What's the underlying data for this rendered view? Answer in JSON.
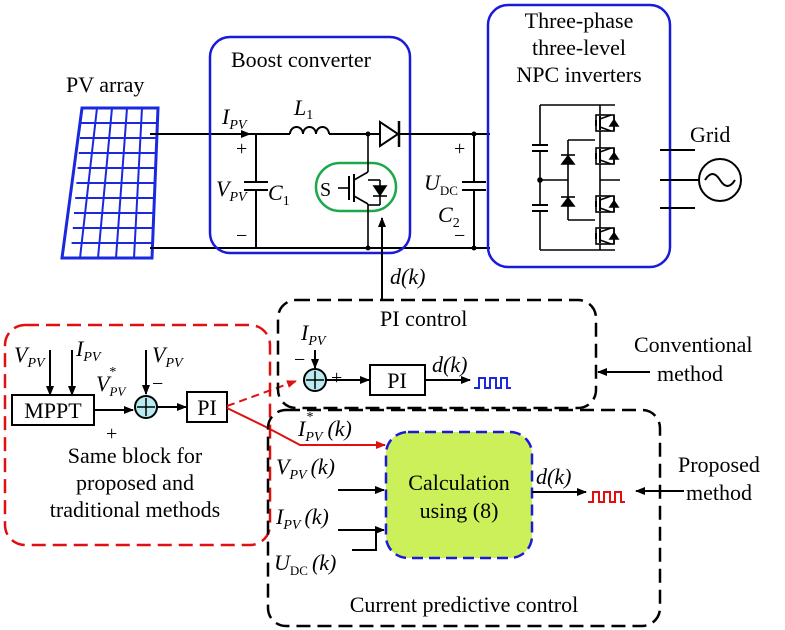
{
  "labels": {
    "pv_array": "PV array",
    "boost_converter": "Boost converter",
    "npc_line1": "Three-phase",
    "npc_line2": "three-level",
    "npc_line3": "NPC inverters",
    "grid": "Grid",
    "i_pv_sym": "I",
    "i_pv_sub": "PV",
    "l1_sym": "L",
    "l1_sub": "1",
    "v_pv_sym": "V",
    "v_pv_sub": "PV",
    "c1_sym": "C",
    "c1_sub": "1",
    "s_label": "S",
    "udc_sym": "U",
    "udc_sub": "DC",
    "c2_sym": "C",
    "c2_sub": "2",
    "plus": "+",
    "minus": "−",
    "dk": "d(k)",
    "pi_control": "PI control",
    "pi_block": "PI",
    "mppt_block": "MPPT",
    "vpv_star_sub": "PV",
    "vpv_star_sup": "*",
    "ipv_star_k_tail": "(k)",
    "same_block_line1": "Same block for",
    "same_block_line2": "proposed and",
    "same_block_line3": "traditional methods",
    "conventional_line1": "Conventional",
    "conventional_line2": "method",
    "proposed_line1": "Proposed",
    "proposed_line2": "method",
    "calc_line1": "Calculation",
    "calc_line2": "using (8)",
    "vpv_k_tail": "(k)",
    "ipv_k_tail": "(k)",
    "udc_k_tail": "(k)",
    "current_predictive": "Current predictive control"
  },
  "colors": {
    "blue_frame": "#1a1ad9",
    "red_frame": "#e01010",
    "green_ring": "#1aa84a",
    "calc_fill": "#ccf05a",
    "pv_blue": "#1a28e0"
  }
}
